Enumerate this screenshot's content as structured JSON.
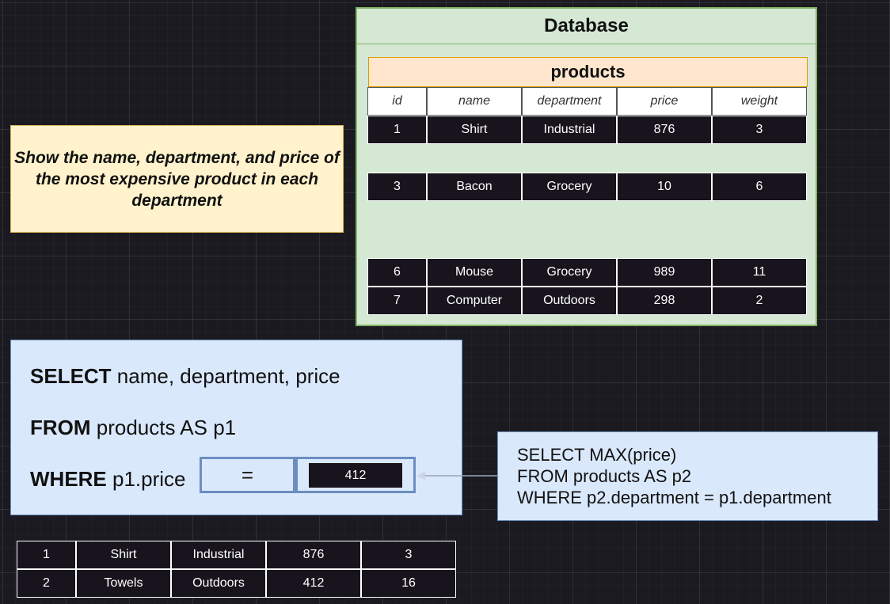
{
  "database": {
    "title": "Database",
    "table_name": "products",
    "columns": [
      "id",
      "name",
      "department",
      "price",
      "weight"
    ],
    "rows": [
      [
        "1",
        "Shirt",
        "Industrial",
        "876",
        "3"
      ],
      [
        "3",
        "Bacon",
        "Grocery",
        "10",
        "6"
      ],
      [
        "6",
        "Mouse",
        "Grocery",
        "989",
        "11"
      ],
      [
        "7",
        "Computer",
        "Outdoors",
        "298",
        "2"
      ]
    ]
  },
  "question": {
    "text": "Show the name, department, and price of the most expensive product in each department"
  },
  "query": {
    "select_keyword": "SELECT",
    "select_rest": " name, department, price",
    "from_keyword": "FROM",
    "from_rest": " products AS p1",
    "where_keyword": "WHERE",
    "where_rest": " p1.price",
    "operator": "=",
    "value": "412"
  },
  "subquery": {
    "line1": "SELECT MAX(price)",
    "line2": "FROM products AS p2",
    "line3": "WHERE p2.department = p1.department"
  },
  "result": {
    "rows": [
      [
        "1",
        "Shirt",
        "Industrial",
        "876",
        "3"
      ],
      [
        "2",
        "Towels",
        "Outdoors",
        "412",
        "16"
      ]
    ]
  },
  "colors": {
    "background": "#1b1a21",
    "db_fill": "#d5e8d4",
    "db_border": "#82b366",
    "table_header_fill": "#ffe6cc",
    "table_header_border": "#d79b00",
    "note_fill": "#fff2cc",
    "note_border": "#d6b656",
    "query_fill": "#dae8fc",
    "query_border": "#6c8ebf",
    "cell_dark": "#18141d"
  }
}
